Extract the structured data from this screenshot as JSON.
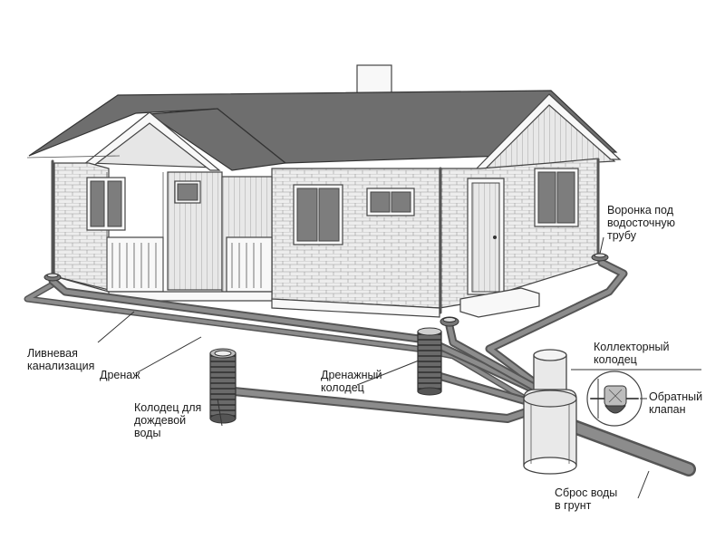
{
  "labels": {
    "funnel_line1": "Воронка под",
    "funnel_line2": "водосточную",
    "funnel_line3": "трубу",
    "storm_line1": "Ливневая",
    "storm_line2": "канализация",
    "drainage": "Дренаж",
    "drain_well_line1": "Дренажный",
    "drain_well_line2": "колодец",
    "rain_well_line1": "Колодец для",
    "rain_well_line2": "дождевой",
    "rain_well_line3": "воды",
    "collector_line1": "Коллекторный",
    "collector_line2": "колодец",
    "valve_line1": "Обратный",
    "valve_line2": "клапан",
    "discharge_line1": "Сброс воды",
    "discharge_line2": "в грунт"
  },
  "colors": {
    "roof": "#6e6e6e",
    "wall": "#ececec",
    "pipe": "#555555",
    "ink": "#1a1a1a"
  }
}
